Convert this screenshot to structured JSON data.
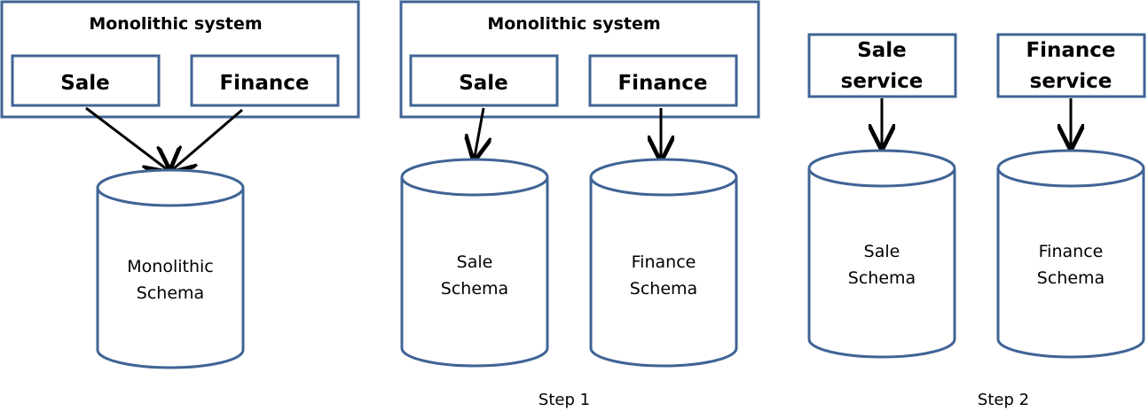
{
  "colors": {
    "stroke": "#3f6495",
    "arrow": "#000000",
    "background": "#ffffff"
  },
  "initial": {
    "monolith_title": "Monolithic system",
    "module_sale": "Sale",
    "module_finance": "Finance",
    "schema_line1": "Monolithic",
    "schema_line2": "Schema"
  },
  "step1": {
    "monolith_title": "Monolithic system",
    "module_sale": "Sale",
    "module_finance": "Finance",
    "sale_schema_line1": "Sale",
    "sale_schema_line2": "Schema",
    "finance_schema_line1": "Finance",
    "finance_schema_line2": "Schema",
    "label": "Step 1"
  },
  "step2": {
    "sale_service_line1": "Sale",
    "sale_service_line2": "service",
    "finance_service_line1": "Finance",
    "finance_service_line2": "service",
    "sale_schema_line1": "Sale",
    "sale_schema_line2": "Schema",
    "finance_schema_line1": "Finance",
    "finance_schema_line2": "Schema",
    "label": "Step 2"
  }
}
